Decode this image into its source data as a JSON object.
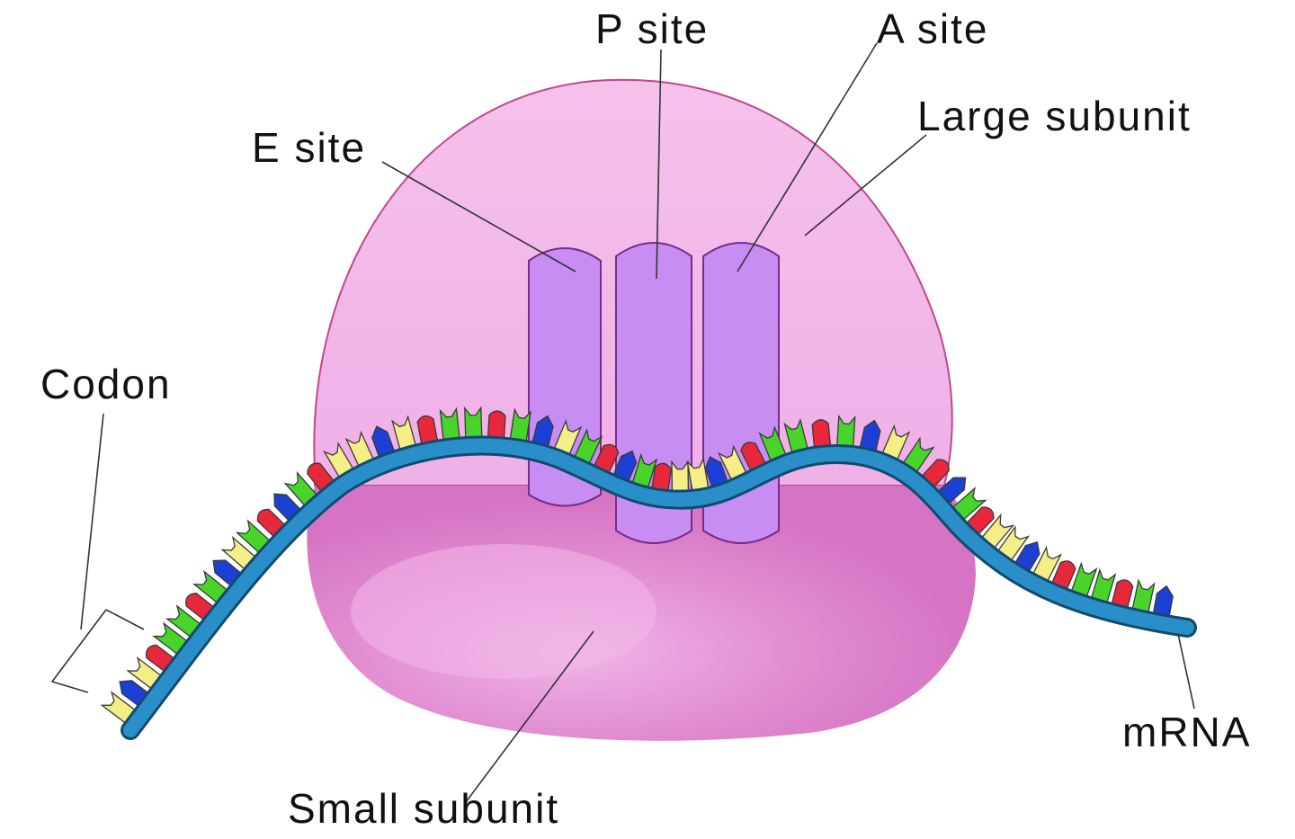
{
  "labels": {
    "p_site": "P site",
    "a_site": "A site",
    "e_site": "E site",
    "large_subunit": "Large subunit",
    "codon": "Codon",
    "small_subunit": "Small subunit",
    "mrna": "mRNA"
  },
  "colors": {
    "large_subunit": "#f3b8ea",
    "large_subunit_outline": "#c0478f",
    "small_subunit": "#dd7fcb",
    "small_subunit_light": "#efaee3",
    "tunnel": "#c78df2",
    "tunnel_outline": "#7a2a8a",
    "mrna": "#2a8fc9",
    "mrna_outline": "#124a6e",
    "nucleotide_red": "#e8283a",
    "nucleotide_blue": "#1c3fd6",
    "nucleotide_green": "#48d42a",
    "nucleotide_yellow": "#f4ee86"
  }
}
